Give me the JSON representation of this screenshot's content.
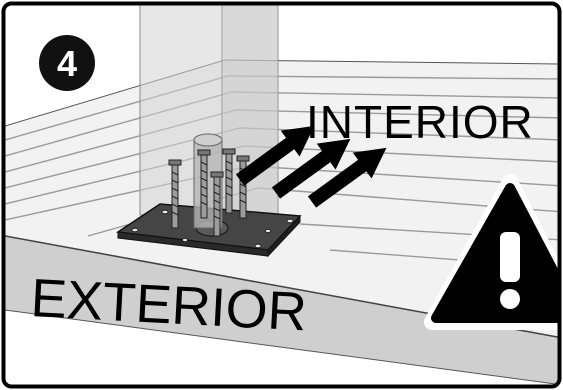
{
  "step": {
    "number": "4"
  },
  "labels": {
    "interior": "INTERIOR",
    "exterior": "EXTERIOR"
  },
  "warning": {
    "symbol": "!",
    "icon": "warning-triangle-icon"
  },
  "colors": {
    "frame": "#000000",
    "panel_bg": "#ffffff",
    "deck": "#f2f2f2",
    "deck_lines": "#9a9a9a",
    "edge_band": "#cfcfcf",
    "post": "#d0d0d0",
    "plate": "#3a3a3a",
    "arrows": "#000000",
    "badge": "#111111",
    "badge_text": "#ffffff"
  }
}
